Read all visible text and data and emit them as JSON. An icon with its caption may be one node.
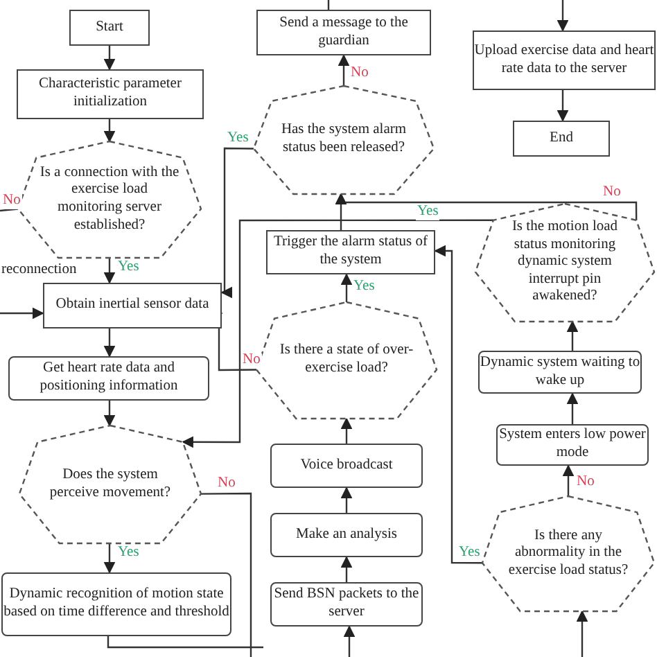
{
  "diagram": {
    "nodes": [
      {
        "text": [
          "Start"
        ]
      },
      {
        "text": [
          "Characteristic parameter initialization"
        ]
      },
      {
        "text": [
          "Is a connection with the exercise load monitoring server established?"
        ]
      },
      {
        "text": [
          "Obtain inertial sensor data"
        ]
      },
      {
        "text": [
          "Get heart rate data and positioning information"
        ]
      },
      {
        "text": [
          "Does the system perceive movement?"
        ]
      },
      {
        "text": [
          "Dynamic recognition of motion state based on time difference and threshold"
        ]
      },
      {
        "text": [
          "Send a message to the guardian"
        ]
      },
      {
        "text": [
          "Has the system alarm status been released?"
        ]
      },
      {
        "text": [
          "Trigger the alarm status of the system"
        ]
      },
      {
        "text": [
          "Is there a state of over-exercise load?"
        ]
      },
      {
        "text": [
          "Voice broadcast"
        ]
      },
      {
        "text": [
          "Make an analysis"
        ]
      },
      {
        "text": [
          "Send BSN packets to the server"
        ]
      },
      {
        "text": [
          "Upload exercise data and heart rate data to the server"
        ]
      },
      {
        "text": [
          "End"
        ]
      },
      {
        "text": [
          "Is the motion load status monitoring dynamic system interrupt pin awakened?"
        ]
      },
      {
        "text": [
          "Dynamic system waiting to wake up"
        ]
      },
      {
        "text": [
          "System enters low power mode"
        ]
      },
      {
        "text": [
          "Is there any abnormality in the exercise load status?"
        ]
      }
    ],
    "edges": [
      {
        "from": 0,
        "to": 1,
        "arrow": "to"
      },
      {
        "from": 1,
        "to": 2,
        "arrow": "to"
      },
      {
        "from": 2,
        "to": 3,
        "arrow": "to",
        "label": "Yes"
      },
      {
        "from": 2,
        "to": null,
        "arrow": "none",
        "label": "No"
      },
      {
        "from": null,
        "to": 3,
        "arrow": "to"
      },
      {
        "from": 3,
        "to": 4,
        "arrow": "to"
      },
      {
        "from": 4,
        "to": 5,
        "arrow": "to"
      },
      {
        "from": 5,
        "to": 6,
        "arrow": "to",
        "label": "Yes"
      },
      {
        "from": 5,
        "to": null,
        "arrow": "none",
        "label": "No"
      },
      {
        "from": 6,
        "to": null,
        "arrow": "none"
      },
      {
        "from": null,
        "to": 13,
        "arrow": "to"
      },
      {
        "from": 13,
        "to": 12,
        "arrow": "to"
      },
      {
        "from": 12,
        "to": 11,
        "arrow": "to"
      },
      {
        "from": 11,
        "to": 10,
        "arrow": "to"
      },
      {
        "from": 10,
        "to": 9,
        "arrow": "to",
        "label": "Yes"
      },
      {
        "from": 10,
        "to": 3,
        "arrow": "to",
        "label": "No"
      },
      {
        "from": 9,
        "to": 8,
        "arrow": "to"
      },
      {
        "from": 16,
        "to": 8,
        "arrow": "to",
        "label": "No"
      },
      {
        "from": 8,
        "to": 7,
        "arrow": "to",
        "label": "No"
      },
      {
        "from": 8,
        "to": 3,
        "arrow": "to",
        "label": "Yes"
      },
      {
        "from": 16,
        "to": 5,
        "arrow": "to",
        "label": "Yes"
      },
      {
        "from": 19,
        "to": 9,
        "arrow": "to",
        "label": "Yes"
      },
      {
        "from": 19,
        "to": 18,
        "arrow": "to",
        "label": "No"
      },
      {
        "from": 18,
        "to": 17,
        "arrow": "to"
      },
      {
        "from": 17,
        "to": 16,
        "arrow": "to"
      },
      {
        "from": null,
        "to": 19,
        "arrow": "to"
      },
      {
        "from": null,
        "to": 14,
        "arrow": "to"
      },
      {
        "from": 14,
        "to": 15,
        "arrow": "to"
      },
      {
        "from": 7,
        "to": null,
        "arrow": "none"
      }
    ],
    "labels": [
      "reconnection"
    ]
  }
}
